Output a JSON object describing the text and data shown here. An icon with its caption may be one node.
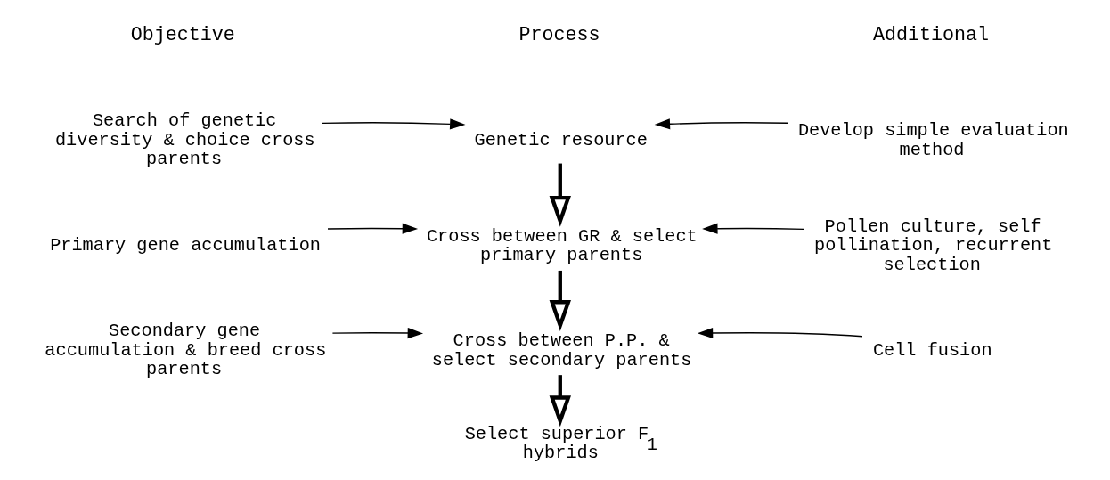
{
  "diagram": {
    "nodes": [
      {
        "text": [
          "Search of genetic diversity & choice cross parents"
        ]
      },
      {
        "text": [
          "Genetic resource"
        ]
      },
      {
        "text": [
          "Develop simple evaluation method"
        ]
      },
      {
        "text": [
          "Primary gene accumulation"
        ]
      },
      {
        "text": [
          "Cross between GR & select primary parents"
        ]
      },
      {
        "text": [
          "Pollen culture, self pollination, recurrent selection"
        ]
      },
      {
        "text": [
          "Secondary gene accumulation & breed cross parents"
        ]
      },
      {
        "text": [
          "Cross between P.P. & select secondary parents"
        ]
      },
      {
        "text": [
          "Cell fusion"
        ]
      },
      {
        "text": [
          "Select superior F$_{1}$ hybrids"
        ]
      }
    ],
    "edges": [
      {
        "from": 0,
        "to": 1,
        "arrow": "to"
      },
      {
        "from": 2,
        "to": 1,
        "arrow": "to"
      },
      {
        "from": 1,
        "to": 4,
        "arrow": "to",
        "style": "thick"
      },
      {
        "from": 3,
        "to": 4,
        "arrow": "to"
      },
      {
        "from": 5,
        "to": 4,
        "arrow": "to"
      },
      {
        "from": 4,
        "to": 7,
        "arrow": "to",
        "style": "thick"
      },
      {
        "from": 6,
        "to": 7,
        "arrow": "to"
      },
      {
        "from": 8,
        "to": 7,
        "arrow": "to"
      },
      {
        "from": 7,
        "to": 9,
        "arrow": "to",
        "style": "thick"
      }
    ],
    "labels": [
      "Objective",
      "Process",
      "Additional"
    ]
  }
}
